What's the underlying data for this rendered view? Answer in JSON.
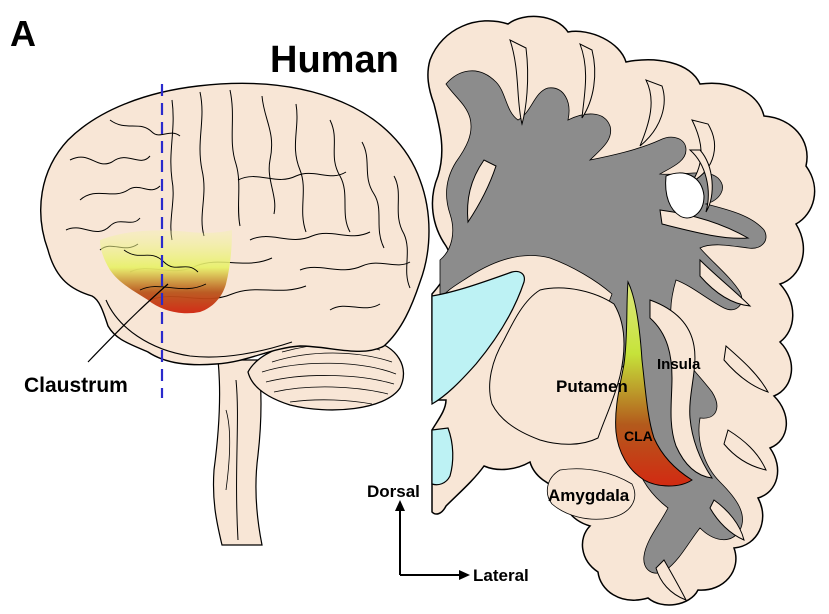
{
  "panel_label": "A",
  "title": "Human",
  "labels": {
    "claustrum": "Claustrum",
    "insula": "Insula",
    "putamen": "Putamen",
    "cla": "CLA",
    "amygdala": "Amygdala"
  },
  "axes": {
    "dorsal": "Dorsal",
    "lateral": "Lateral"
  },
  "colors": {
    "brain_fill": "#f8e6d6",
    "white_matter": "#8c8c8c",
    "ventricle": "#bdf2f4",
    "cut_line": "#2a2acc",
    "gradient_top": "#c6e33a",
    "gradient_bottom": "#d22a12"
  }
}
